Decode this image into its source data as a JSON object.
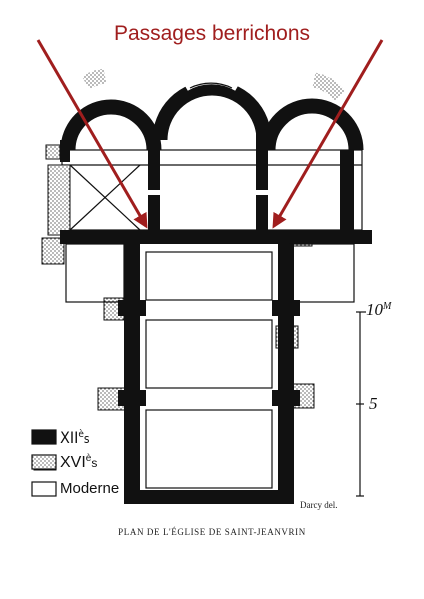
{
  "annotation": {
    "title": "Passages berrichons",
    "color": "#a01e1e"
  },
  "legend": {
    "items": [
      {
        "base": "XII",
        "sup": "è",
        "suffix": "s",
        "style": "solid"
      },
      {
        "base": "XVI",
        "sup": "è",
        "suffix": "s",
        "style": "dotted"
      },
      {
        "label": "Moderne",
        "style": "empty"
      }
    ]
  },
  "scale": {
    "label_top": "10",
    "label_top_unit": "M",
    "label_mid": "5"
  },
  "signature": "Darcy del.",
  "caption": "PLAN DE L'ÉGLISE DE SAINT-JEANVRIN",
  "colors": {
    "wall": "#111111",
    "annotation": "#a01e1e"
  }
}
